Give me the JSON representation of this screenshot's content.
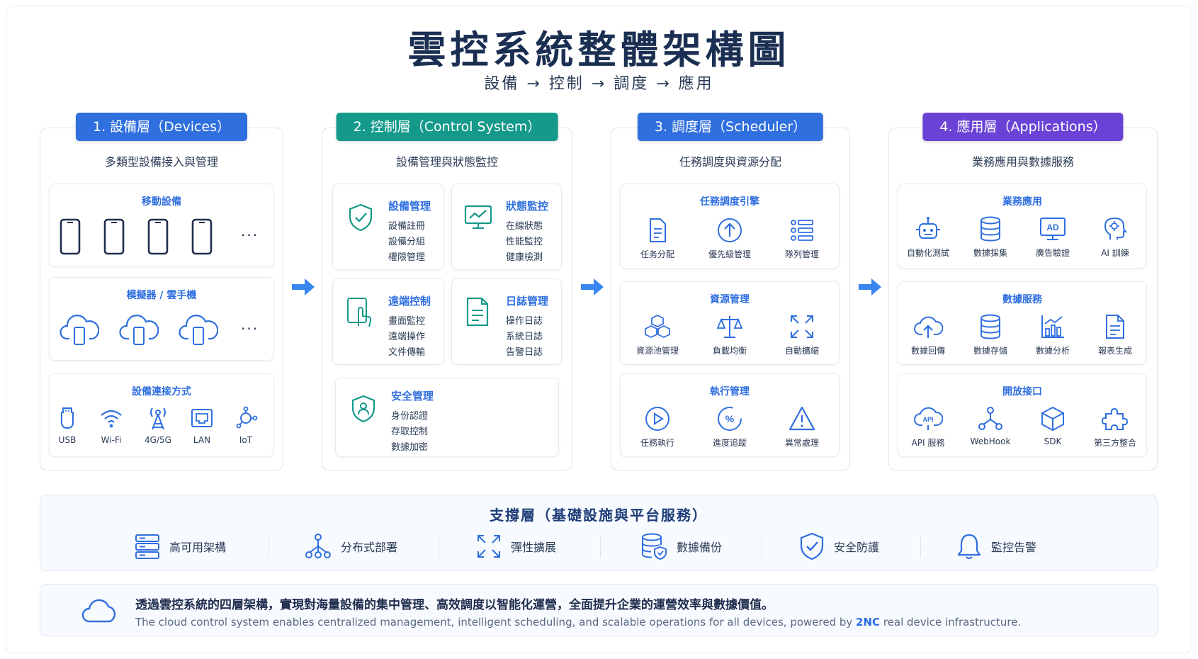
{
  "title": "雲控系統整體架構圖",
  "subtitle": "設備 → 控制 → 調度 → 應用",
  "colors": {
    "blue": "#2f6fde",
    "teal": "#14998a",
    "purple": "#6a43d6",
    "navy": "#1b2f52"
  },
  "layers": [
    {
      "badge": "1. 設備層（Devices）",
      "subtitle": "多類型設備接入與管理",
      "cards": [
        {
          "title": "移動設備",
          "more": "···"
        },
        {
          "title": "模擬器 / 雲手機",
          "more": "···"
        },
        {
          "title": "設備連接方式",
          "items": [
            {
              "icon": "usb-icon",
              "label": "USB"
            },
            {
              "icon": "wifi-icon",
              "label": "Wi-Fi"
            },
            {
              "icon": "antenna-icon",
              "label": "4G/5G"
            },
            {
              "icon": "lan-icon",
              "label": "LAN"
            },
            {
              "icon": "iot-icon",
              "label": "IoT"
            }
          ]
        }
      ]
    },
    {
      "badge": "2. 控制層（Control System）",
      "subtitle": "設備管理與狀態監控",
      "blocks": [
        {
          "icon": "shield-check-icon",
          "head": "設備管理",
          "lines": [
            "設備註冊",
            "設備分組",
            "權限管理"
          ]
        },
        {
          "icon": "monitor-chart-icon",
          "head": "狀態監控",
          "lines": [
            "在線狀態",
            "性能監控",
            "健康檢測"
          ]
        },
        {
          "icon": "touch-icon",
          "head": "遠端控制",
          "lines": [
            "畫面監控",
            "遠端操作",
            "文件傳輸"
          ]
        },
        {
          "icon": "log-icon",
          "head": "日誌管理",
          "lines": [
            "操作日誌",
            "系統日誌",
            "告警日誌"
          ]
        },
        {
          "icon": "shield-user-icon",
          "head": "安全管理",
          "lines": [
            "身份認證",
            "存取控制",
            "數據加密"
          ]
        }
      ]
    },
    {
      "badge": "3. 調度層（Scheduler）",
      "subtitle": "任務調度與資源分配",
      "cards": [
        {
          "title": "任務調度引擎",
          "items": [
            {
              "icon": "doc-icon",
              "label": "任务分配"
            },
            {
              "icon": "priority-icon",
              "label": "優先級管理"
            },
            {
              "icon": "queue-icon",
              "label": "隊列管理"
            }
          ]
        },
        {
          "title": "資源管理",
          "items": [
            {
              "icon": "cubes-icon",
              "label": "資源池管理"
            },
            {
              "icon": "balance-icon",
              "label": "負載均衡"
            },
            {
              "icon": "expand-icon",
              "label": "自動擴縮"
            }
          ]
        },
        {
          "title": "執行管理",
          "items": [
            {
              "icon": "play-icon",
              "label": "任務執行"
            },
            {
              "icon": "percent-icon",
              "label": "進度追蹤"
            },
            {
              "icon": "warning-icon",
              "label": "異常處理"
            }
          ]
        }
      ]
    },
    {
      "badge": "4. 應用層（Applications）",
      "subtitle": "業務應用與數據服務",
      "cards": [
        {
          "title": "業務應用",
          "items": [
            {
              "icon": "robot-icon",
              "label": "自動化測試"
            },
            {
              "icon": "database-icon",
              "label": "數據採集"
            },
            {
              "icon": "ad-icon",
              "label": "廣告驗證"
            },
            {
              "icon": "ai-head-icon",
              "label": "AI 訓練"
            }
          ]
        },
        {
          "title": "數據服務",
          "items": [
            {
              "icon": "cloud-upload-icon",
              "label": "數據回傳"
            },
            {
              "icon": "database-icon",
              "label": "數據存儲"
            },
            {
              "icon": "analytics-icon",
              "label": "數據分析"
            },
            {
              "icon": "report-icon",
              "label": "報表生成"
            }
          ]
        },
        {
          "title": "開放接口",
          "items": [
            {
              "icon": "api-cloud-icon",
              "label": "API 服務"
            },
            {
              "icon": "webhook-icon",
              "label": "WebHook"
            },
            {
              "icon": "cube-icon",
              "label": "SDK"
            },
            {
              "icon": "puzzle-icon",
              "label": "第三方整合"
            }
          ]
        }
      ]
    }
  ],
  "support": {
    "title": "支撐層（基礎設施與平台服務）",
    "items": [
      {
        "icon": "server-icon",
        "label": "高可用架構"
      },
      {
        "icon": "network-icon",
        "label": "分布式部署"
      },
      {
        "icon": "expand-icon",
        "label": "彈性擴展"
      },
      {
        "icon": "database-shield-icon",
        "label": "數據備份"
      },
      {
        "icon": "shield-check-icon",
        "label": "安全防護"
      },
      {
        "icon": "bell-icon",
        "label": "監控告警"
      }
    ]
  },
  "footer": {
    "zh": "透過雲控系統的四層架構，實現對海量設備的集中管理、高效調度以智能化運營，全面提升企業的運營效率與數據價值。",
    "en_pre": "The cloud control system enables centralized management, intelligent scheduling, and scalable operations for all devices, powered by ",
    "en_brand": "2NC",
    "en_post": " real device infrastructure."
  }
}
